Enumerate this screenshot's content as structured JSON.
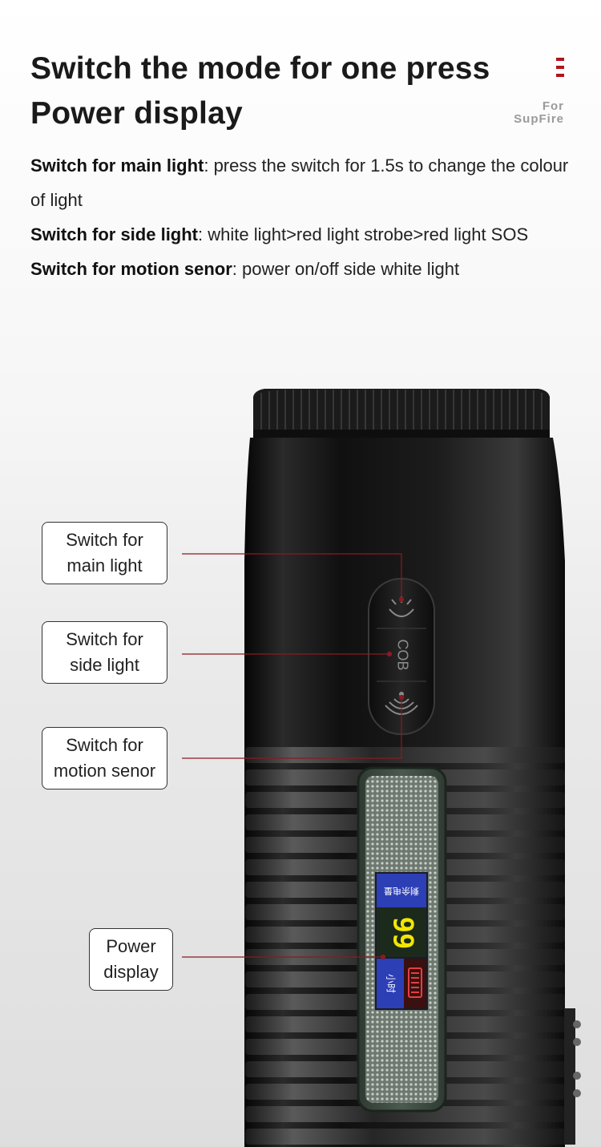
{
  "header": {
    "title_line1": "Switch the mode for one press",
    "title_line2": "Power display",
    "brand_top": "For",
    "brand_bottom": "SupFire"
  },
  "features": [
    {
      "label": "Switch for main light",
      "text": ": press the switch for 1.5s to change the colour of light"
    },
    {
      "label": "Switch for side light",
      "text": ": white light>red light strobe>red light SOS"
    },
    {
      "label": "Switch for motion senor",
      "text": ": power on/off side white light"
    }
  ],
  "callouts": {
    "main_line1": "Switch for",
    "main_line2": "main light",
    "side_line1": "Switch for",
    "side_line2": "side light",
    "motion_line1": "Switch for",
    "motion_line2": "motion senor",
    "power_line1": "Power",
    "power_line2": "display"
  },
  "device": {
    "button_label": "COB",
    "display_digits": "99",
    "display_top_text": "剩余电量",
    "display_hours_text": "小时",
    "colors": {
      "accent": "#b3121c",
      "body": "#141414",
      "panel": "#3b4a3f",
      "screen_blue": "#2c3fb5",
      "digits": "#f2e600"
    }
  }
}
